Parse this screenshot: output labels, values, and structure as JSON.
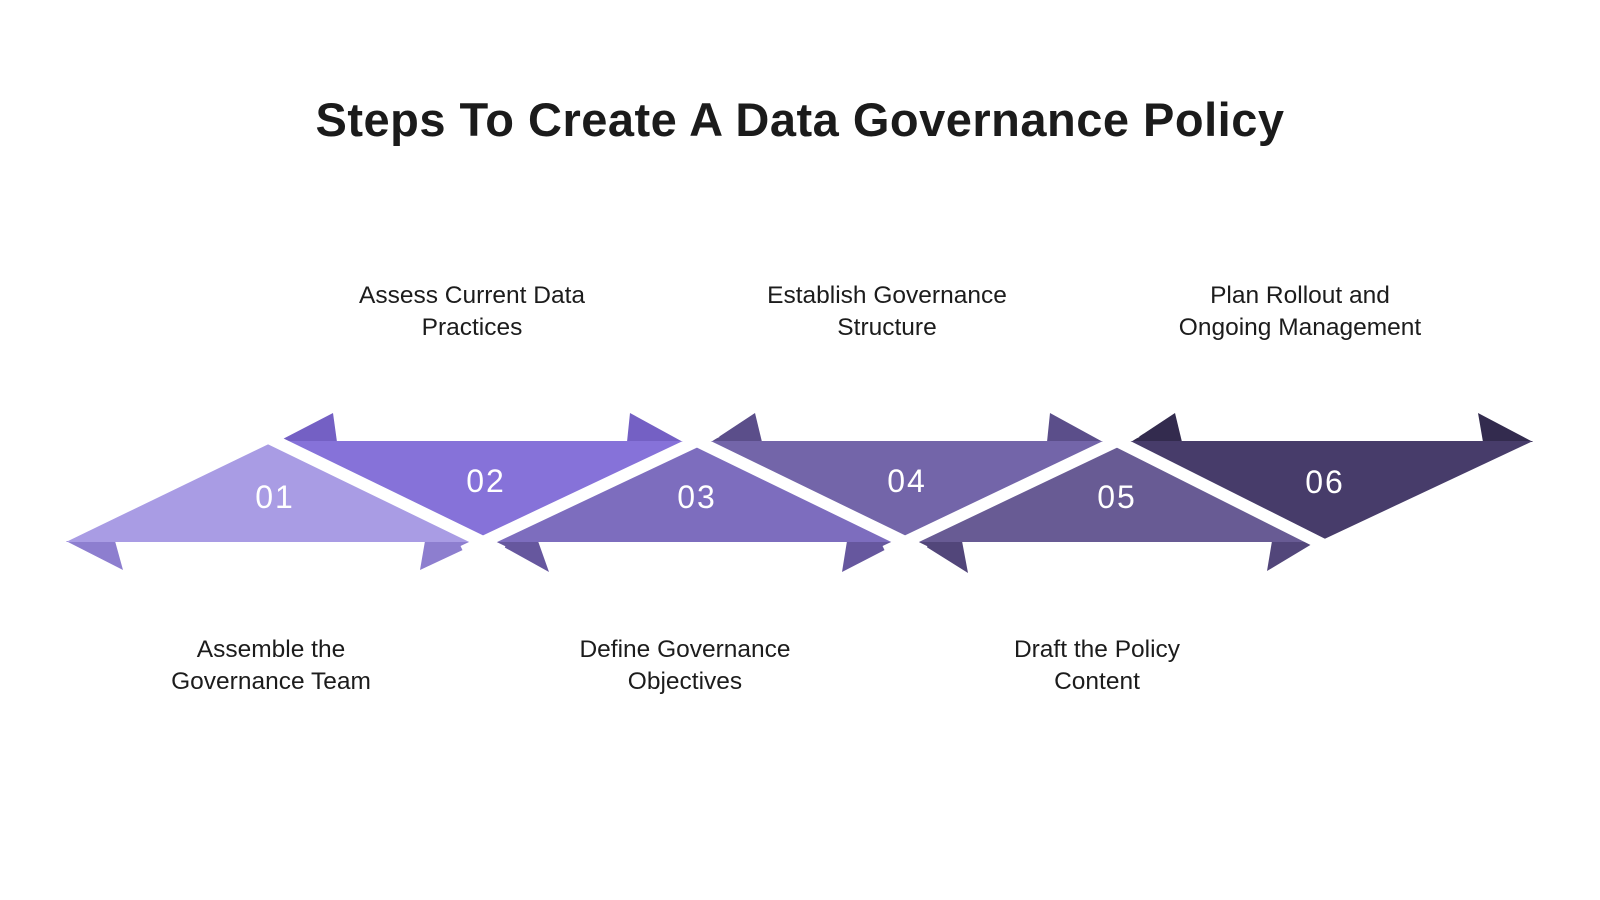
{
  "title": "Steps To Create A Data Governance Policy",
  "steps": [
    {
      "number": "01",
      "label": "Assemble the Governance Team",
      "label_lines": [
        "Assemble the",
        "Governance Team"
      ],
      "label_position": "bottom",
      "color": "#a99ce4",
      "tail_color": "#8d7ecf"
    },
    {
      "number": "02",
      "label": "Assess Current Data Practices",
      "label_lines": [
        "Assess Current Data",
        "Practices"
      ],
      "label_position": "top",
      "color": "#8672d9",
      "tail_color": "#7460c4"
    },
    {
      "number": "03",
      "label": "Define Governance Objectives",
      "label_lines": [
        "Define Governance",
        "Objectives"
      ],
      "label_position": "bottom",
      "color": "#7d6dbe",
      "tail_color": "#66579e"
    },
    {
      "number": "04",
      "label": "Establish Governance Structure",
      "label_lines": [
        "Establish Governance",
        "Structure"
      ],
      "label_position": "top",
      "color": "#7365a9",
      "tail_color": "#5b4e8a"
    },
    {
      "number": "05",
      "label": "Draft the Policy Content",
      "label_lines": [
        "Draft the Policy",
        "Content"
      ],
      "label_position": "bottom",
      "color": "#685b94",
      "tail_color": "#52467a"
    },
    {
      "number": "06",
      "label": "Plan Rollout and Ongoing Management",
      "label_lines": [
        "Plan Rollout and",
        "Ongoing Management"
      ],
      "label_position": "top",
      "color": "#473c6a",
      "tail_color": "#332b4e"
    }
  ],
  "colors": {
    "background": "#ffffff",
    "title_text": "#1b1b1b",
    "label_text": "#1c1c1c",
    "number_text": "#ffffff",
    "gap": "#ffffff"
  }
}
